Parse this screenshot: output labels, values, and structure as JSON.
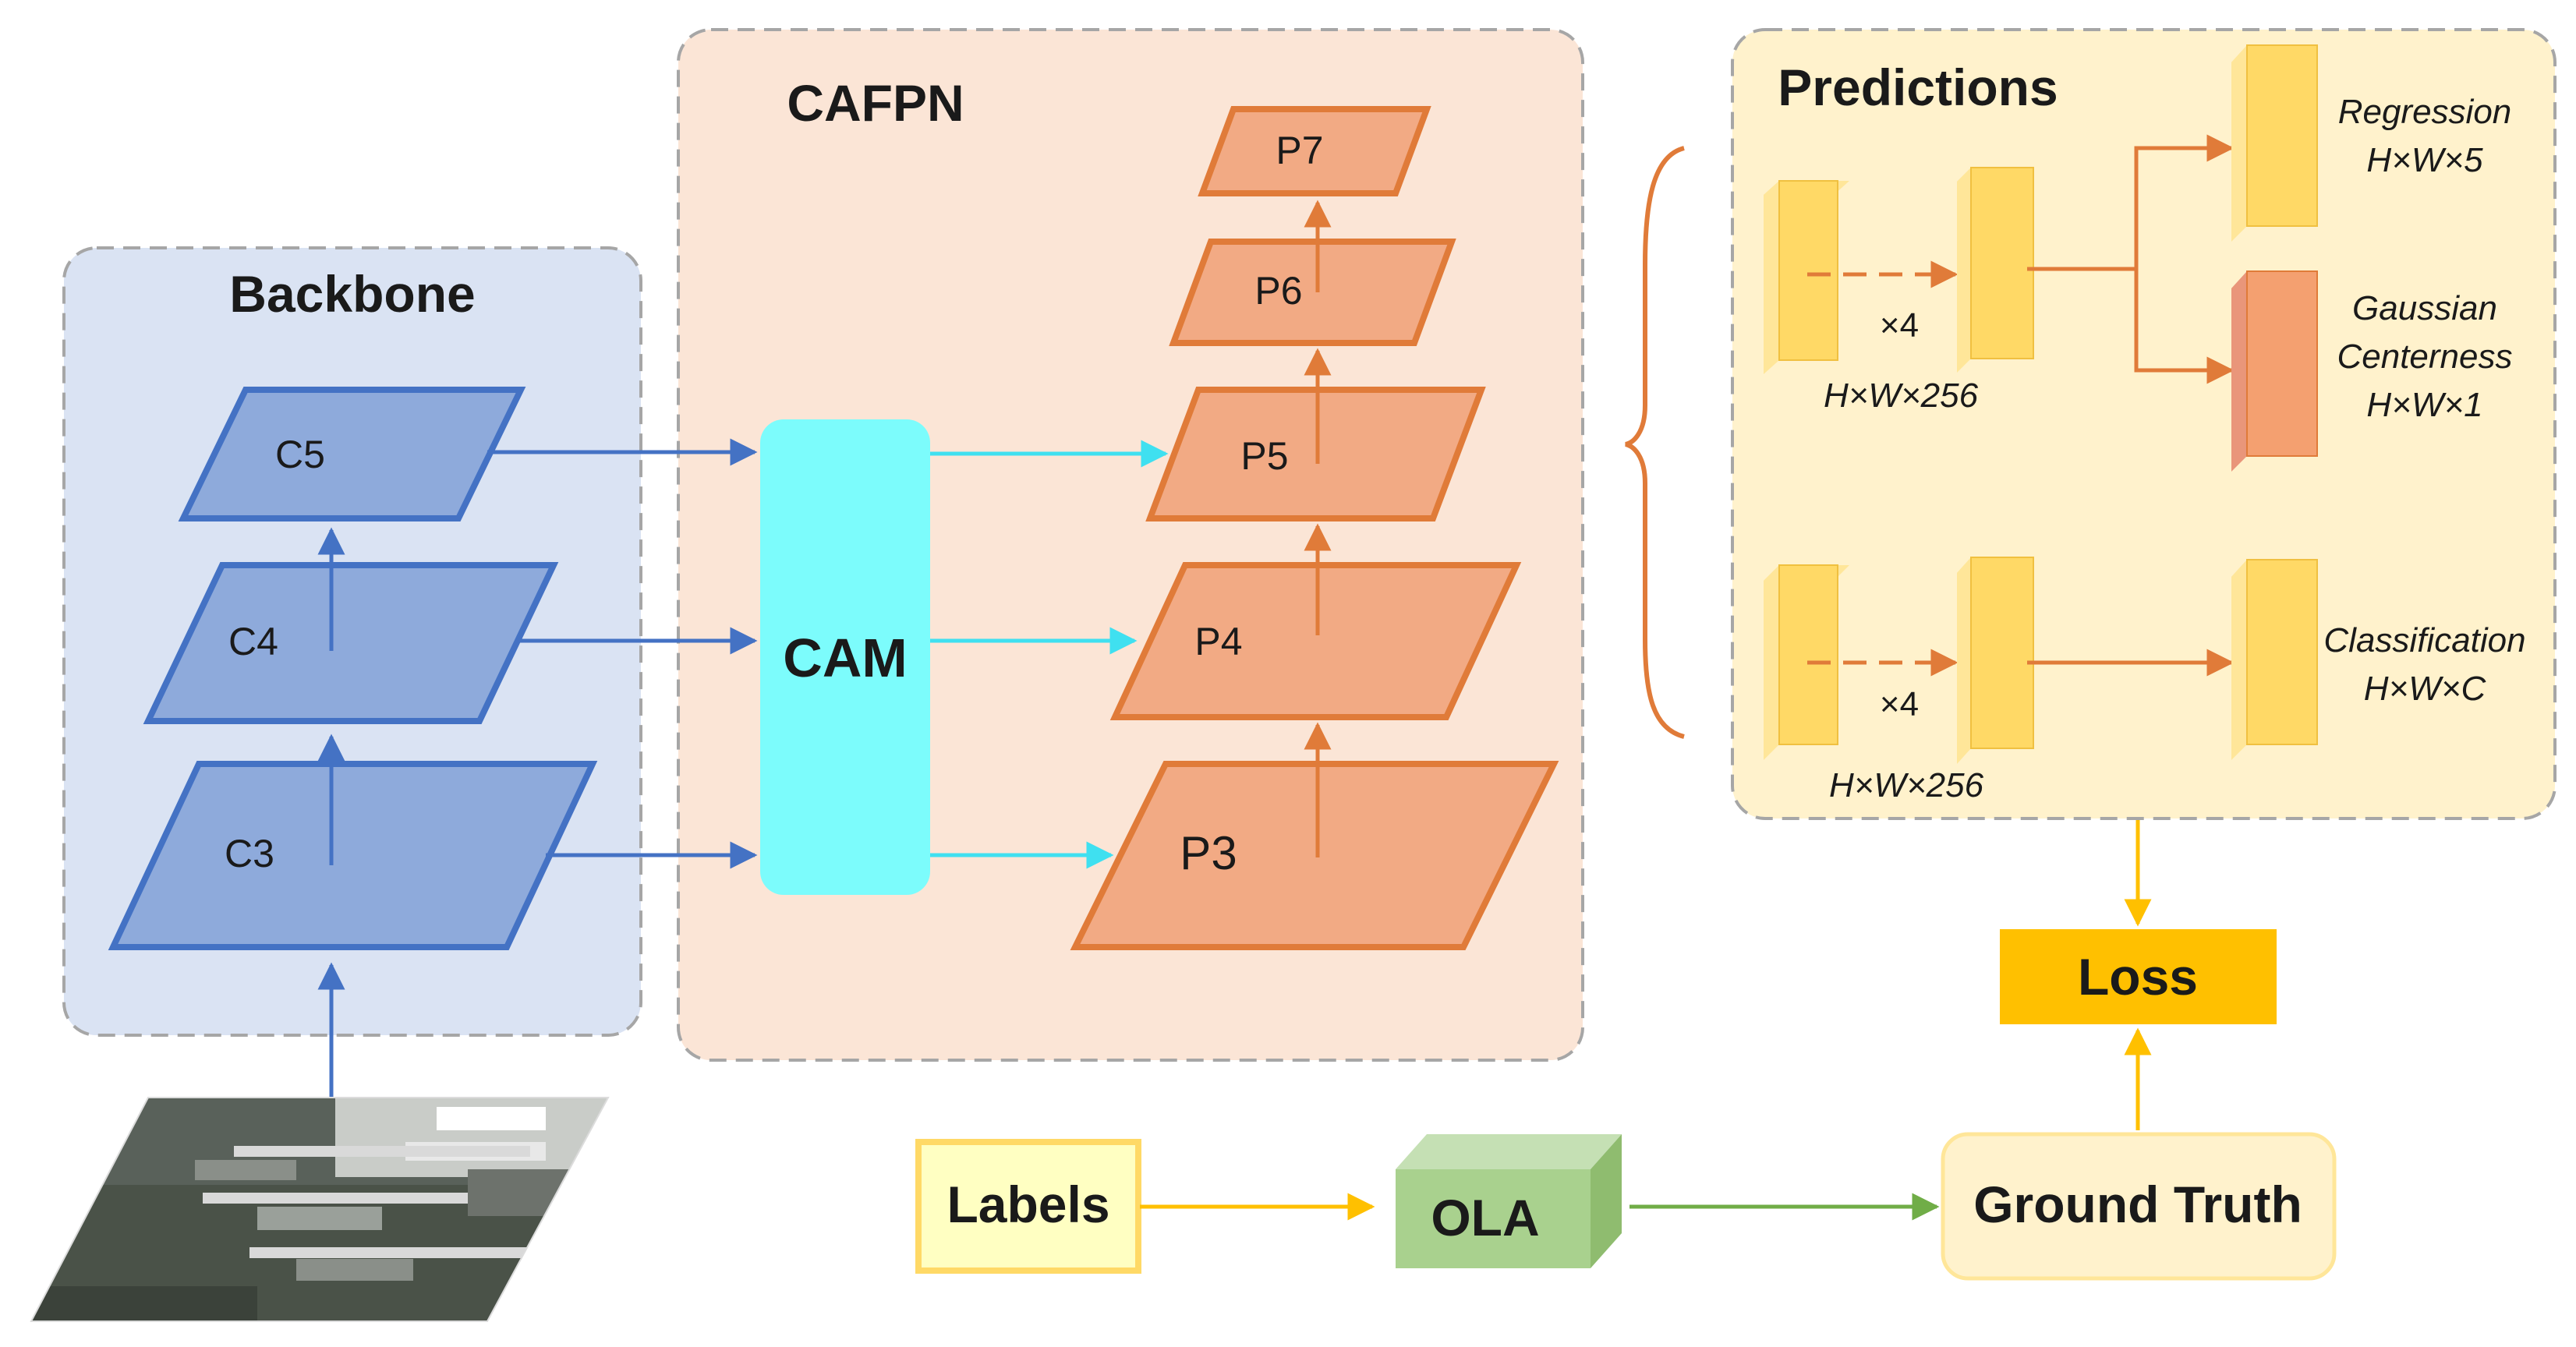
{
  "backbone": {
    "title": "Backbone",
    "levels": [
      "C5",
      "C4",
      "C3"
    ]
  },
  "cafpn": {
    "title": "CAFPN",
    "module": "CAM",
    "levels": [
      "P7",
      "P6",
      "P5",
      "P4",
      "P3"
    ]
  },
  "predictions": {
    "title": "Predictions",
    "repeat_top": "×4",
    "repeat_bottom": "×4",
    "feature_top": "H×W×256",
    "feature_bottom": "H×W×256",
    "regression": {
      "name": "Regression",
      "shape": "H×W×5"
    },
    "centerness": {
      "name_line1": "Gaussian",
      "name_line2": "Centerness",
      "shape": "H×W×1"
    },
    "classification": {
      "name": "Classification",
      "shape": "H×W×C"
    }
  },
  "pipeline": {
    "loss": "Loss",
    "labels": "Labels",
    "ola": "OLA",
    "ground_truth": "Ground Truth"
  },
  "colors": {
    "blue_line": "#4472c4",
    "blue_fill": "#8eaadb",
    "orange_line": "#e07b39",
    "orange_fill": "#f2aa84",
    "cyan": "#7cfcfc",
    "gold": "#ffc000",
    "yellow_fill": "#ffd966",
    "green_fill": "#a9d18e",
    "green_line": "#70ad47"
  }
}
